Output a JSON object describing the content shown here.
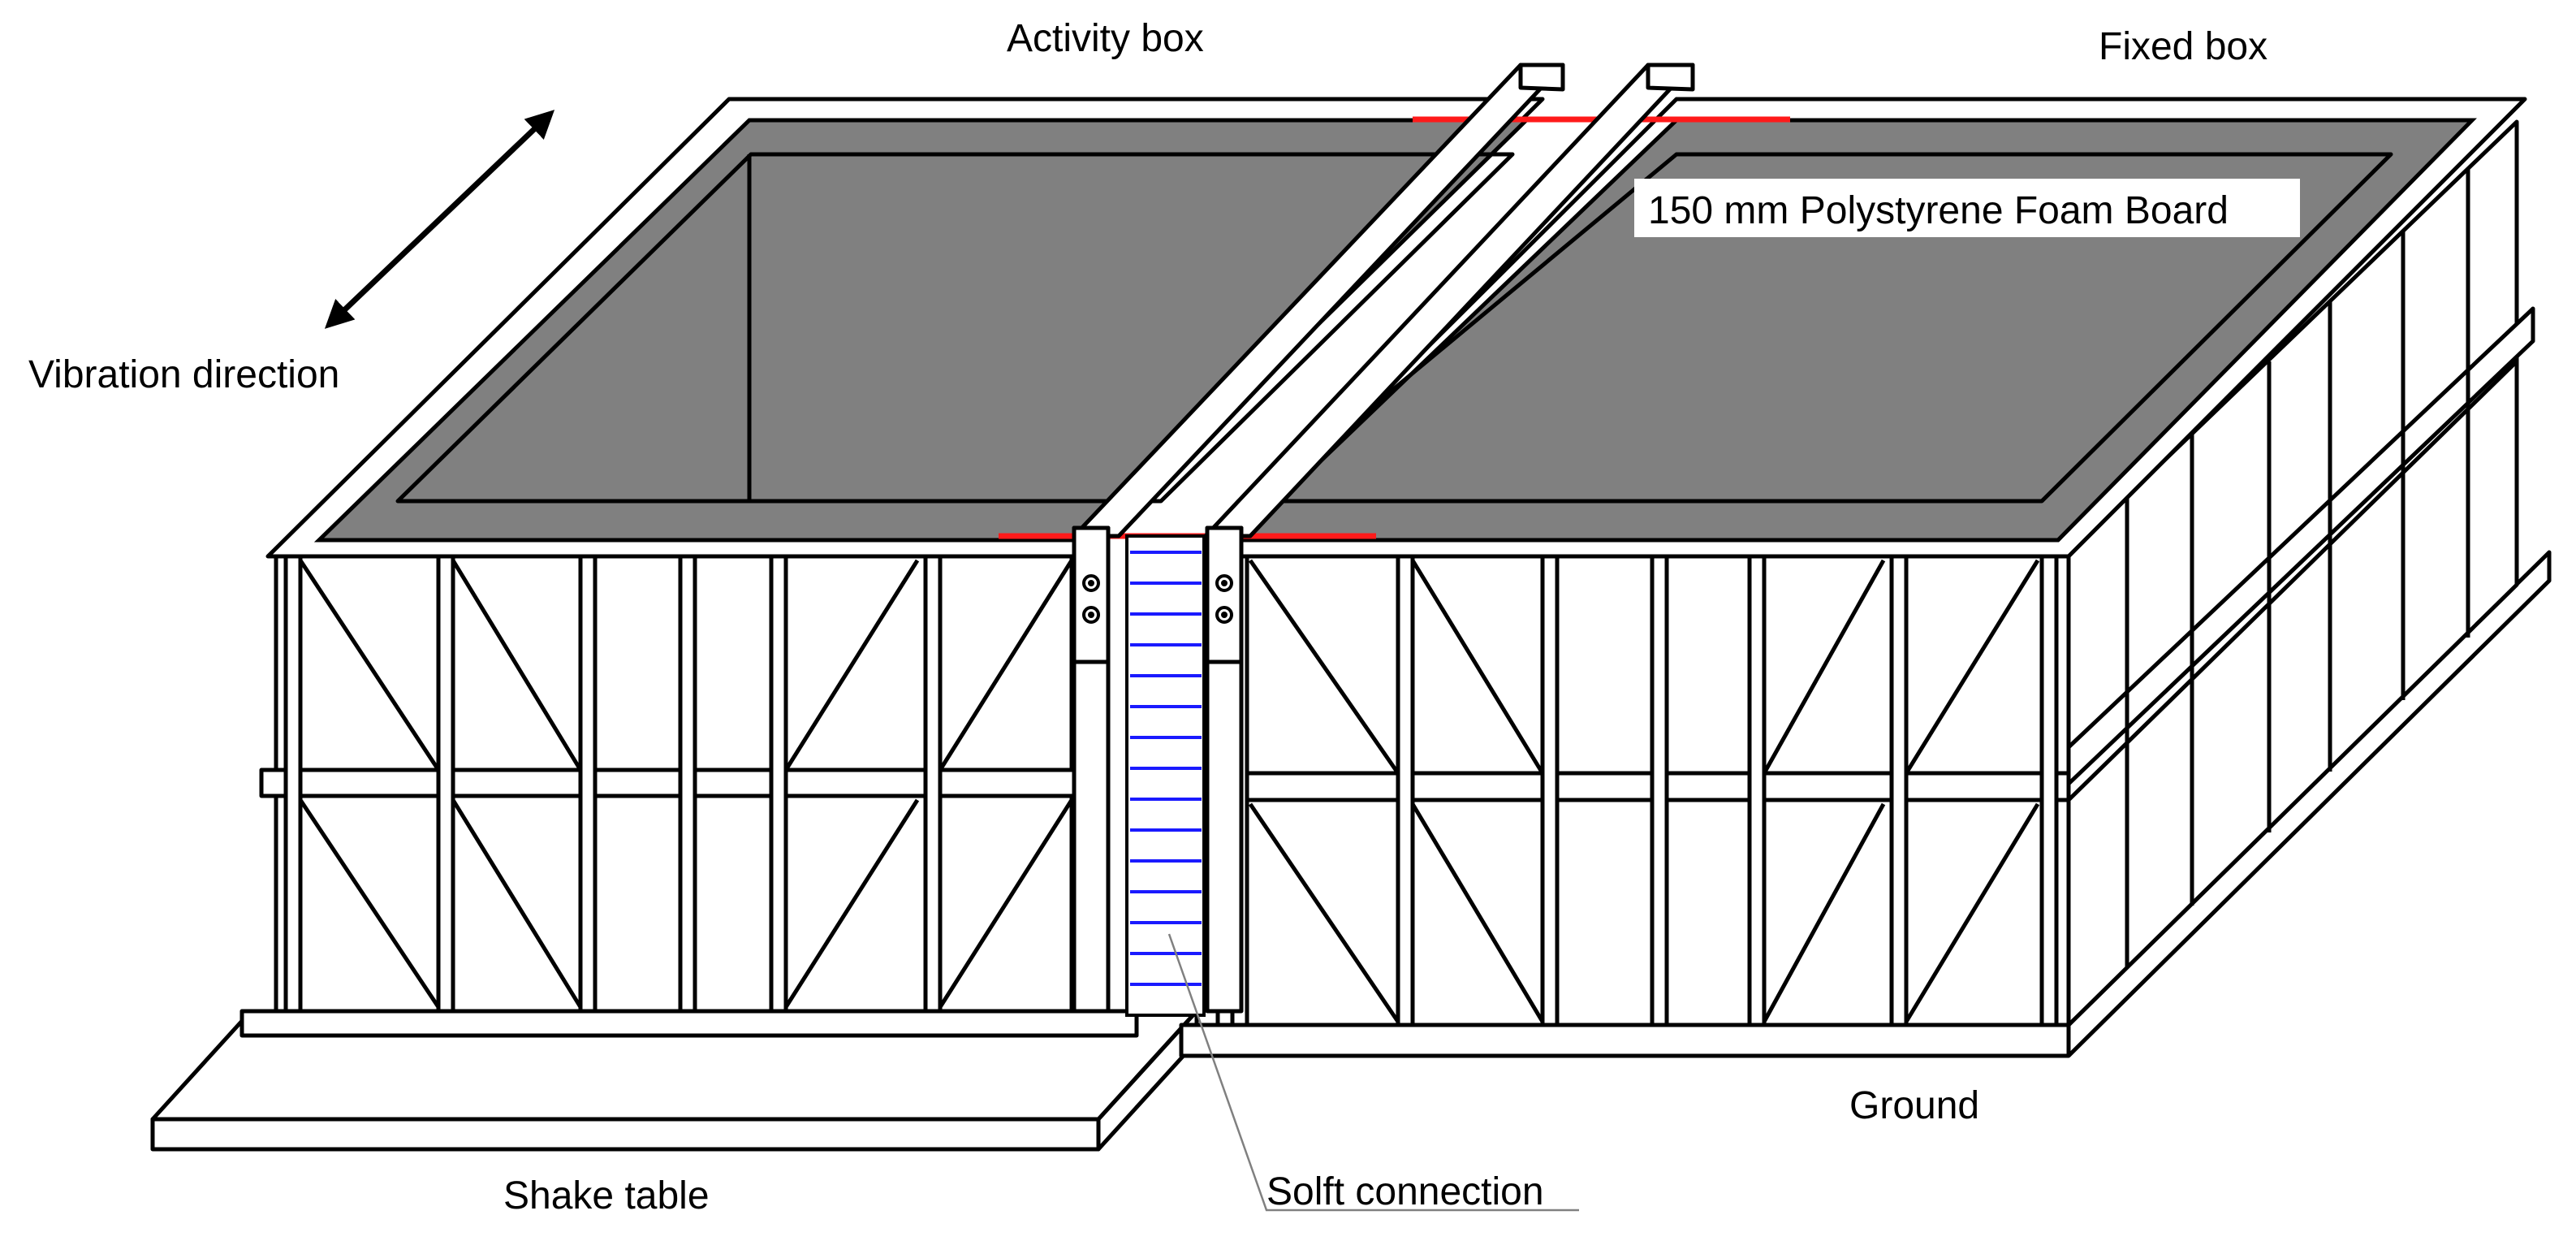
{
  "labels": {
    "activity_box": "Activity box",
    "fixed_box": "Fixed box",
    "vibration_direction": "Vibration direction",
    "foam_board": "150 mm Polystyrene Foam Board",
    "ground": "Ground",
    "shake_table": "Shake table",
    "soft_connection": "Solft connection"
  },
  "colors": {
    "soil_surface": "#808080",
    "shake_table": "#e8c36c",
    "soft_connection_strips": "#1a1aff",
    "foam_marker": "#ff1a1a",
    "frame": "#ffffff",
    "stroke": "#000000"
  },
  "icons": {
    "vibration_arrow": "double-headed-arrow-icon",
    "bolts": "bolt-icon"
  }
}
